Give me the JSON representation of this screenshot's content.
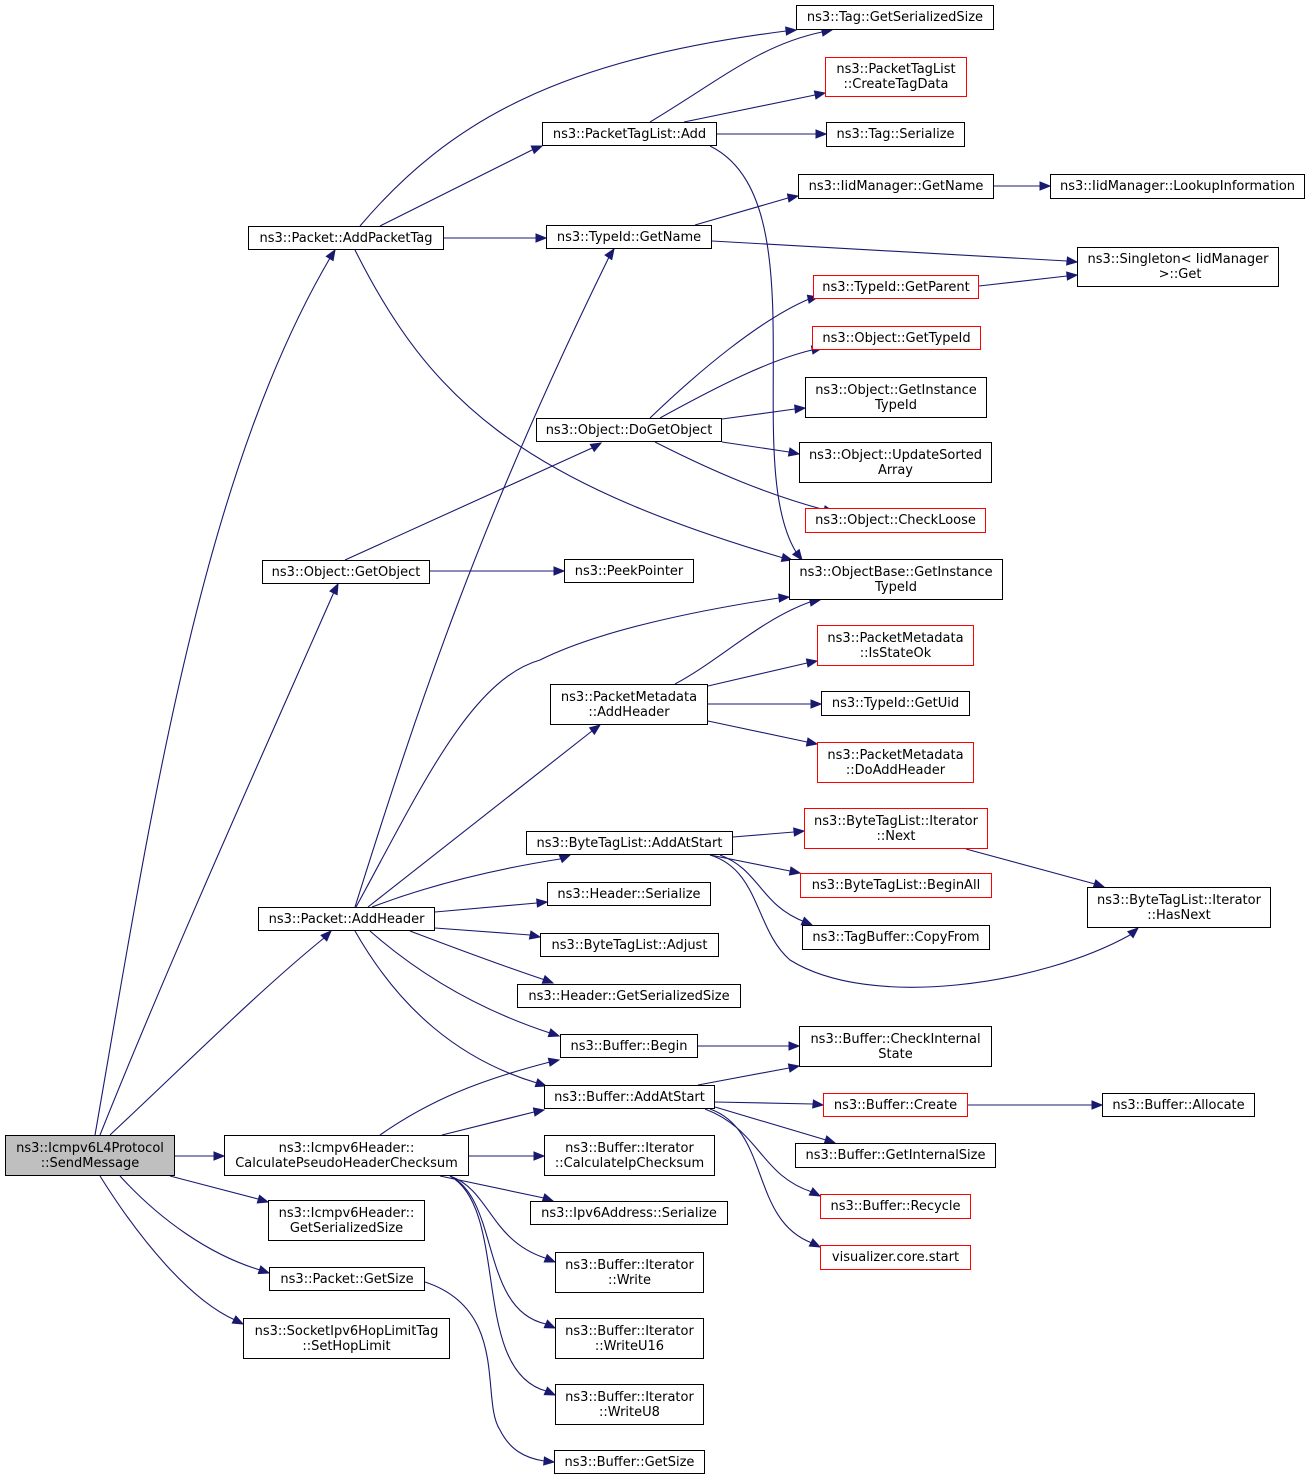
{
  "colors": {
    "edge": "#191970",
    "root_fill": "#bfbfbf",
    "truncated_border": "#ff0000",
    "node_border": "#000000"
  },
  "nodes": {
    "root": {
      "label": "ns3::Icmpv6L4Protocol\n::SendMessage",
      "truncated": false
    },
    "addPacketTag": {
      "label": "ns3::Packet::AddPacketTag",
      "truncated": false
    },
    "getObject": {
      "label": "ns3::Object::GetObject",
      "truncated": false
    },
    "addHeader": {
      "label": "ns3::Packet::AddHeader",
      "truncated": false
    },
    "calcPseudo": {
      "label": "ns3::Icmpv6Header::\nCalculatePseudoHeaderChecksum",
      "truncated": false
    },
    "icmpGetSerSize": {
      "label": "ns3::Icmpv6Header::\nGetSerializedSize",
      "truncated": false
    },
    "pktGetSize": {
      "label": "ns3::Packet::GetSize",
      "truncated": false
    },
    "setHopLimit": {
      "label": "ns3::SocketIpv6HopLimitTag\n::SetHopLimit",
      "truncated": false
    },
    "ptlAdd": {
      "label": "ns3::PacketTagList::Add",
      "truncated": false
    },
    "typeIdGetName": {
      "label": "ns3::TypeId::GetName",
      "truncated": false
    },
    "doGetObject": {
      "label": "ns3::Object::DoGetObject",
      "truncated": false
    },
    "peekPointer": {
      "label": "ns3::PeekPointer",
      "truncated": false
    },
    "pmAddHeader": {
      "label": "ns3::PacketMetadata\n::AddHeader",
      "truncated": false
    },
    "btlAddAtStart": {
      "label": "ns3::ByteTagList::AddAtStart",
      "truncated": false
    },
    "headerSerialize": {
      "label": "ns3::Header::Serialize",
      "truncated": false
    },
    "btlAdjust": {
      "label": "ns3::ByteTagList::Adjust",
      "truncated": false
    },
    "headerGetSerSize": {
      "label": "ns3::Header::GetSerializedSize",
      "truncated": false
    },
    "bufBegin": {
      "label": "ns3::Buffer::Begin",
      "truncated": false
    },
    "bufAddAtStart": {
      "label": "ns3::Buffer::AddAtStart",
      "truncated": false
    },
    "calcIpChecksum": {
      "label": "ns3::Buffer::Iterator\n::CalculateIpChecksum",
      "truncated": false
    },
    "ipv6Serialize": {
      "label": "ns3::Ipv6Address::Serialize",
      "truncated": false
    },
    "iterWrite": {
      "label": "ns3::Buffer::Iterator\n::Write",
      "truncated": false
    },
    "iterWriteU16": {
      "label": "ns3::Buffer::Iterator\n::WriteU16",
      "truncated": false
    },
    "iterWriteU8": {
      "label": "ns3::Buffer::Iterator\n::WriteU8",
      "truncated": false
    },
    "bufGetSize": {
      "label": "ns3::Buffer::GetSize",
      "truncated": false
    },
    "tagGetSerSize": {
      "label": "ns3::Tag::GetSerializedSize",
      "truncated": false
    },
    "createTagData": {
      "label": "ns3::PacketTagList\n::CreateTagData",
      "truncated": true
    },
    "tagSerialize": {
      "label": "ns3::Tag::Serialize",
      "truncated": false
    },
    "iidGetName": {
      "label": "ns3::IidManager::GetName",
      "truncated": false
    },
    "iidLookup": {
      "label": "ns3::IidManager::LookupInformation",
      "truncated": false
    },
    "singletonGet": {
      "label": "ns3::Singleton< IidManager\n >::Get",
      "truncated": false
    },
    "typeIdGetParent": {
      "label": "ns3::TypeId::GetParent",
      "truncated": true
    },
    "objGetTypeId": {
      "label": "ns3::Object::GetTypeId",
      "truncated": true
    },
    "objGetInstTypeId": {
      "label": "ns3::Object::GetInstance\nTypeId",
      "truncated": false
    },
    "objUpdateSorted": {
      "label": "ns3::Object::UpdateSorted\nArray",
      "truncated": false
    },
    "objCheckLoose": {
      "label": "ns3::Object::CheckLoose",
      "truncated": true
    },
    "objBaseGetInstTypeId": {
      "label": "ns3::ObjectBase::GetInstance\nTypeId",
      "truncated": false
    },
    "pmIsStateOk": {
      "label": "ns3::PacketMetadata\n::IsStateOk",
      "truncated": true
    },
    "typeIdGetUid": {
      "label": "ns3::TypeId::GetUid",
      "truncated": false
    },
    "pmDoAddHeader": {
      "label": "ns3::PacketMetadata\n::DoAddHeader",
      "truncated": true
    },
    "btlIterNext": {
      "label": "ns3::ByteTagList::Iterator\n::Next",
      "truncated": true
    },
    "btlBeginAll": {
      "label": "ns3::ByteTagList::BeginAll",
      "truncated": true
    },
    "tagBufCopyFrom": {
      "label": "ns3::TagBuffer::CopyFrom",
      "truncated": false
    },
    "btlIterHasNext": {
      "label": "ns3::ByteTagList::Iterator\n::HasNext",
      "truncated": false
    },
    "bufCheckInternal": {
      "label": "ns3::Buffer::CheckInternal\nState",
      "truncated": false
    },
    "bufCreate": {
      "label": "ns3::Buffer::Create",
      "truncated": true
    },
    "bufAllocate": {
      "label": "ns3::Buffer::Allocate",
      "truncated": false
    },
    "bufGetInternalSize": {
      "label": "ns3::Buffer::GetInternalSize",
      "truncated": false
    },
    "bufRecycle": {
      "label": "ns3::Buffer::Recycle",
      "truncated": true
    },
    "vizStart": {
      "label": "visualizer.core.start",
      "truncated": true
    }
  }
}
